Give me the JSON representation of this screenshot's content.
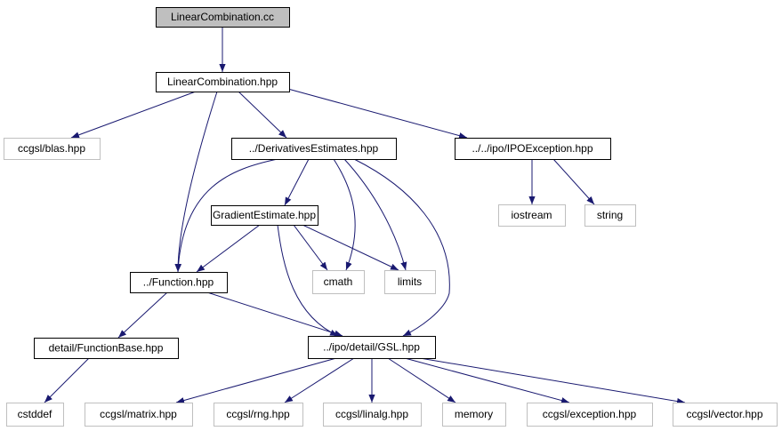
{
  "graph": {
    "colors": {
      "edge": "#191970",
      "primary_border": "#000000",
      "external_border": "#bfbfbf",
      "root_fill": "#bfbfbf",
      "text": "#000000",
      "external_text": "#000000"
    },
    "nodes": [
      {
        "id": "lc_cc",
        "label": "LinearCombination.cc",
        "kind": "root"
      },
      {
        "id": "lc_hpp",
        "label": "LinearCombination.hpp",
        "kind": "primary"
      },
      {
        "id": "blas",
        "label": "ccgsl/blas.hpp",
        "kind": "external"
      },
      {
        "id": "deriv",
        "label": "../DerivativesEstimates.hpp",
        "kind": "primary"
      },
      {
        "id": "ipoexc",
        "label": "../../ipo/IPOException.hpp",
        "kind": "primary"
      },
      {
        "id": "iostream",
        "label": "iostream",
        "kind": "external"
      },
      {
        "id": "string",
        "label": "string",
        "kind": "external"
      },
      {
        "id": "gradient",
        "label": "GradientEstimate.hpp",
        "kind": "primary"
      },
      {
        "id": "function",
        "label": "../Function.hpp",
        "kind": "primary"
      },
      {
        "id": "cmath",
        "label": "cmath",
        "kind": "external"
      },
      {
        "id": "limits",
        "label": "limits",
        "kind": "external"
      },
      {
        "id": "fbase",
        "label": "detail/FunctionBase.hpp",
        "kind": "primary"
      },
      {
        "id": "gsl",
        "label": "../ipo/detail/GSL.hpp",
        "kind": "primary"
      },
      {
        "id": "cstddef",
        "label": "cstddef",
        "kind": "external"
      },
      {
        "id": "matrix",
        "label": "ccgsl/matrix.hpp",
        "kind": "external"
      },
      {
        "id": "rng",
        "label": "ccgsl/rng.hpp",
        "kind": "external"
      },
      {
        "id": "linalg",
        "label": "ccgsl/linalg.hpp",
        "kind": "external"
      },
      {
        "id": "memory",
        "label": "memory",
        "kind": "external"
      },
      {
        "id": "exception",
        "label": "ccgsl/exception.hpp",
        "kind": "external"
      },
      {
        "id": "vector",
        "label": "ccgsl/vector.hpp",
        "kind": "external"
      }
    ],
    "edges": [
      {
        "from": "lc_cc",
        "to": "lc_hpp"
      },
      {
        "from": "lc_hpp",
        "to": "blas"
      },
      {
        "from": "lc_hpp",
        "to": "deriv"
      },
      {
        "from": "lc_hpp",
        "to": "ipoexc"
      },
      {
        "from": "lc_hpp",
        "to": "function"
      },
      {
        "from": "ipoexc",
        "to": "iostream"
      },
      {
        "from": "ipoexc",
        "to": "string"
      },
      {
        "from": "deriv",
        "to": "gradient"
      },
      {
        "from": "deriv",
        "to": "function"
      },
      {
        "from": "deriv",
        "to": "cmath"
      },
      {
        "from": "deriv",
        "to": "limits"
      },
      {
        "from": "deriv",
        "to": "gsl"
      },
      {
        "from": "gradient",
        "to": "function"
      },
      {
        "from": "gradient",
        "to": "cmath"
      },
      {
        "from": "gradient",
        "to": "limits"
      },
      {
        "from": "gradient",
        "to": "gsl"
      },
      {
        "from": "function",
        "to": "fbase"
      },
      {
        "from": "function",
        "to": "gsl"
      },
      {
        "from": "fbase",
        "to": "cstddef"
      },
      {
        "from": "gsl",
        "to": "matrix"
      },
      {
        "from": "gsl",
        "to": "rng"
      },
      {
        "from": "gsl",
        "to": "linalg"
      },
      {
        "from": "gsl",
        "to": "memory"
      },
      {
        "from": "gsl",
        "to": "exception"
      },
      {
        "from": "gsl",
        "to": "vector"
      }
    ]
  }
}
